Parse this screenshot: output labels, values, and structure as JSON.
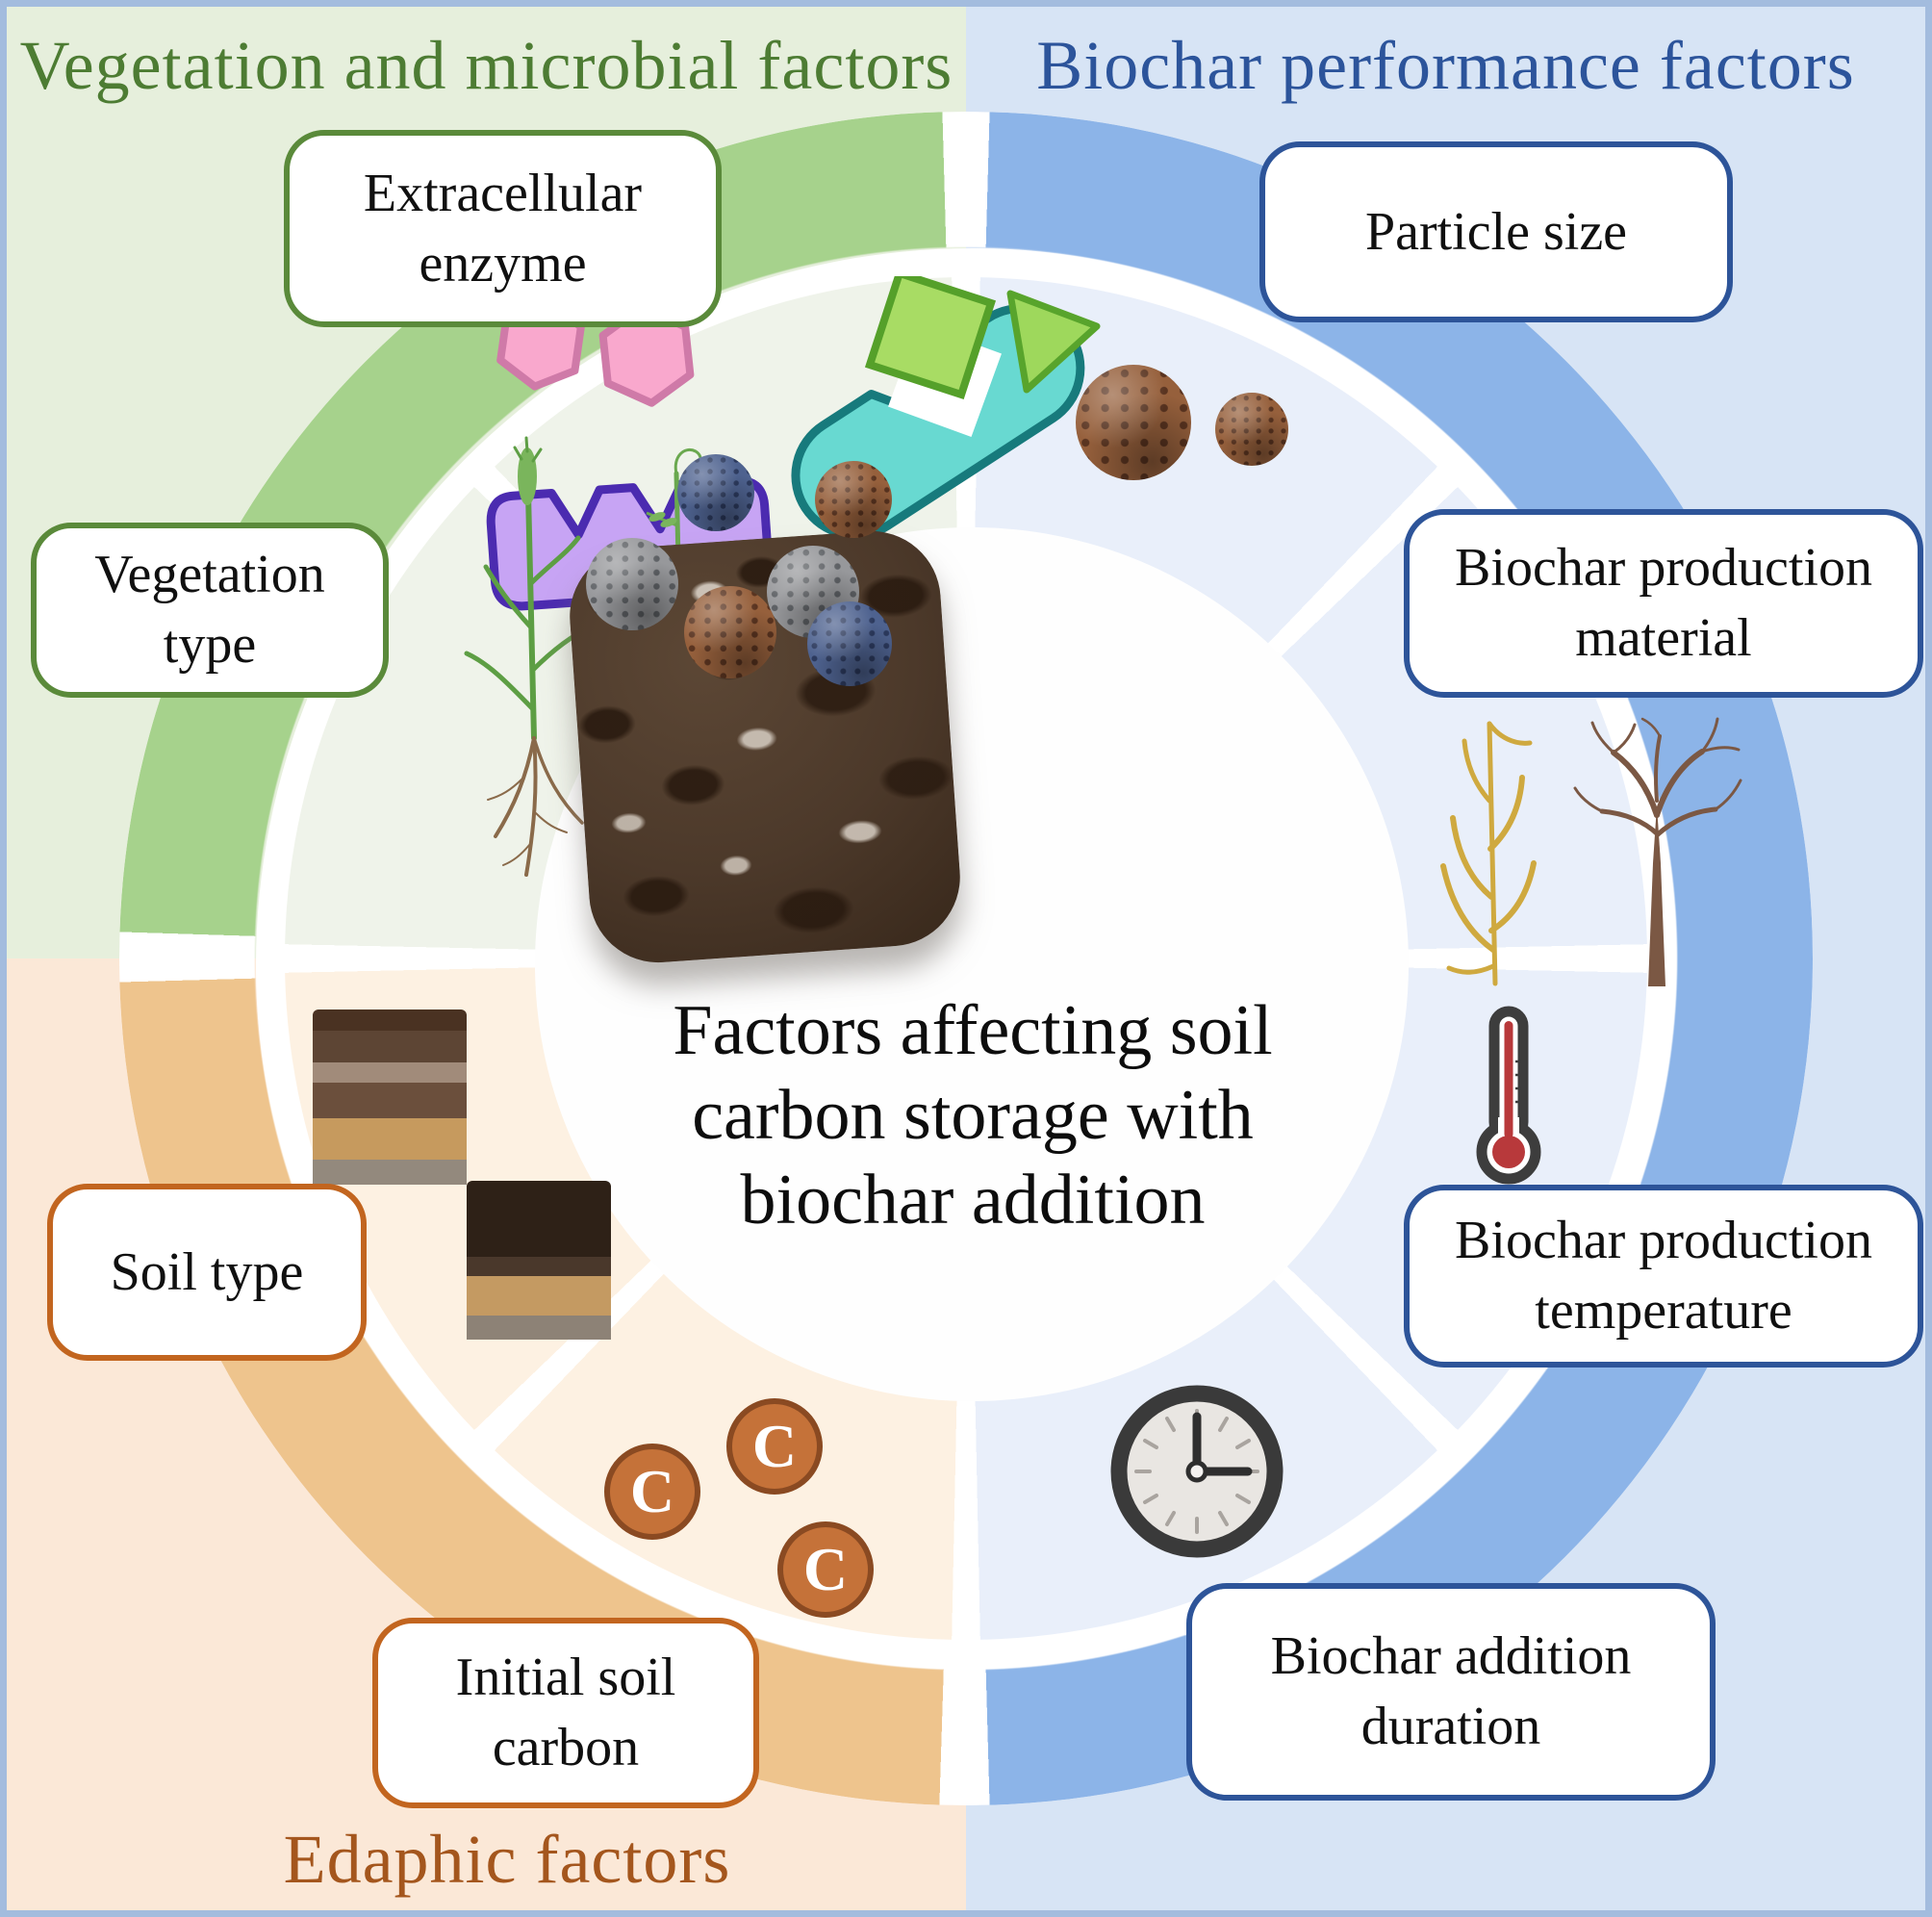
{
  "headings": {
    "vegetation_microbial": "Vegetation and microbial factors",
    "biochar_performance": "Biochar performance factors",
    "edaphic": "Edaphic factors"
  },
  "center": {
    "title_line1": "Factors affecting soil",
    "title_line2": "carbon storage with",
    "title_line3": "biochar addition"
  },
  "factor_boxes": {
    "extracellular_enzyme": {
      "line1": "Extracellular",
      "line2": "enzyme"
    },
    "vegetation_type": {
      "line1": "Vegetation",
      "line2": "type"
    },
    "particle_size": {
      "line1": "Particle size"
    },
    "production_material": {
      "line1": "Biochar production",
      "line2": "material"
    },
    "production_temperature": {
      "line1": "Biochar production",
      "line2": "temperature"
    },
    "addition_duration": {
      "line1": "Biochar addition",
      "line2": "duration"
    },
    "soil_type": {
      "line1": "Soil type"
    },
    "initial_soil_carbon": {
      "line1": "Initial soil",
      "line2": "carbon"
    }
  },
  "icons": {
    "carbon_symbol": "C",
    "names": [
      "enzyme-shapes-icon",
      "grass-plant-icon",
      "legume-plant-icon",
      "biochar-particle-large-icon",
      "biochar-particle-small-icon",
      "wheat-stalk-icon",
      "bare-tree-icon",
      "thermometer-icon",
      "clock-icon",
      "soil-profile-layered-icon",
      "soil-profile-dark-icon",
      "carbon-circle-icon",
      "biochar-block-icon",
      "sorbed-sphere-icon"
    ]
  },
  "colors": {
    "quadrant_green_bg": "#e6efdc",
    "quadrant_blue_bg": "#d7e4f5",
    "quadrant_peach_bg": "#fbe8d7",
    "ring_green": "#a6d28c",
    "ring_blue": "#8cb4e8",
    "ring_orange": "#eec48d",
    "heading_green": "#4d7c33",
    "heading_blue": "#2c549b",
    "heading_brown": "#a4561d",
    "box_border_green": "#5a8a3a",
    "box_border_blue": "#2d5499",
    "box_border_orange": "#c2651f",
    "biochar_brown": "#4c392a",
    "thermometer_red": "#b8393b"
  }
}
